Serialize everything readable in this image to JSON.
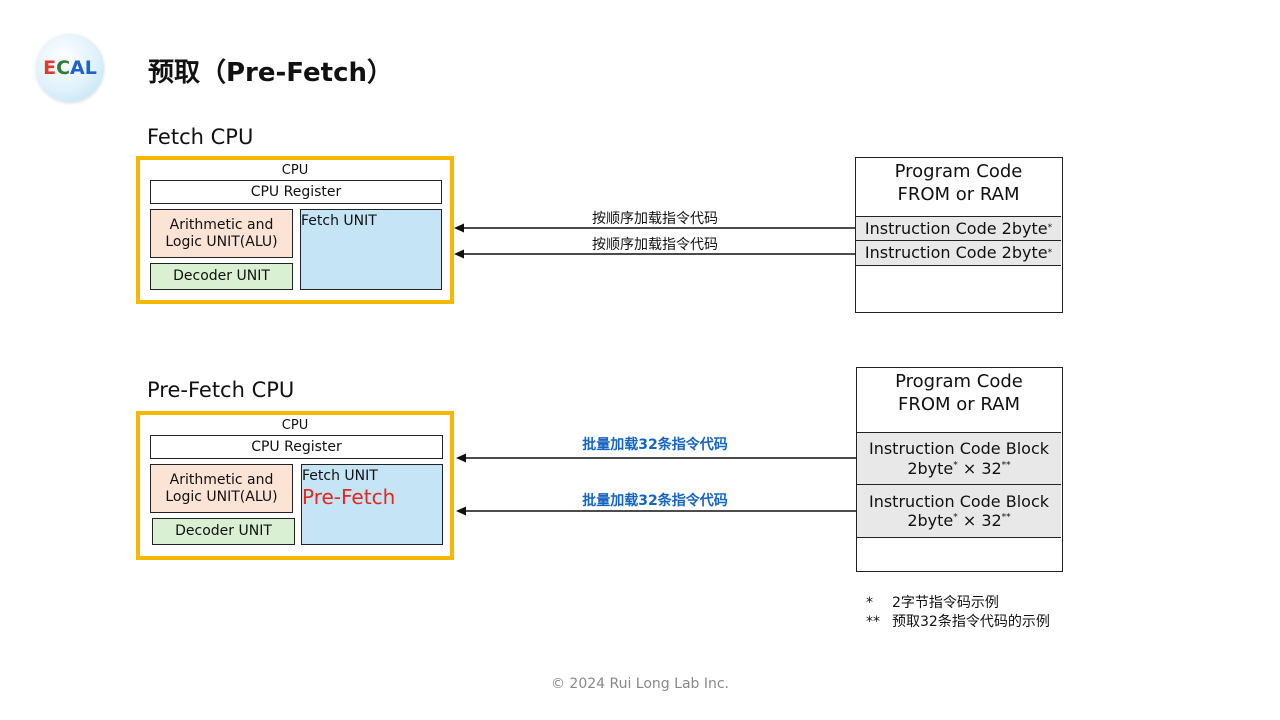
{
  "logo": {
    "letters": [
      "E",
      "C",
      "A",
      "L"
    ]
  },
  "title": "预取（Pre-Fetch）",
  "fetch_section": {
    "heading": "Fetch CPU",
    "cpu": {
      "label": "CPU",
      "register": "CPU Register",
      "alu": "Arithmetic and Logic UNIT(ALU)",
      "decoder": "Decoder UNIT",
      "fetch_unit": "Fetch UNIT"
    },
    "arrows": [
      "按顺序加载指令代码",
      "按顺序加载指令代码"
    ],
    "memory": {
      "title_line1": "Program Code",
      "title_line2": "FROM or RAM",
      "rows": [
        "Instruction Code 2byte",
        "Instruction Code 2byte"
      ]
    }
  },
  "prefetch_section": {
    "heading": "Pre-Fetch CPU",
    "cpu": {
      "label": "CPU",
      "register": "CPU Register",
      "alu": "Arithmetic and Logic UNIT(ALU)",
      "decoder": "Decoder UNIT",
      "fetch_unit": "Fetch UNIT",
      "prefetch_label": "Pre-Fetch"
    },
    "arrows": [
      "批量加载32条指令代码",
      "批量加载32条指令代码"
    ],
    "memory": {
      "title_line1": "Program Code",
      "title_line2": "FROM or RAM",
      "block_line1": "Instruction Code Block",
      "block_line2_prefix": "2byte",
      "block_line2_mid": " × 32",
      "rows_count": 2
    }
  },
  "markers": {
    "single": "*",
    "double": "**"
  },
  "notes": [
    {
      "marker": "*",
      "text": "2字节指令码示例"
    },
    {
      "marker": "**",
      "text": "预取32条指令代码的示例"
    }
  ],
  "footer": "© 2024 Rui Long Lab Inc.",
  "colors": {
    "cpu_border": "#f5b800",
    "alu": "#fbe3d6",
    "decoder": "#d9f0d3",
    "fetch": "#c5e4f5",
    "prefetch_text": "#e6261f",
    "bulk_label": "#1565c0"
  }
}
